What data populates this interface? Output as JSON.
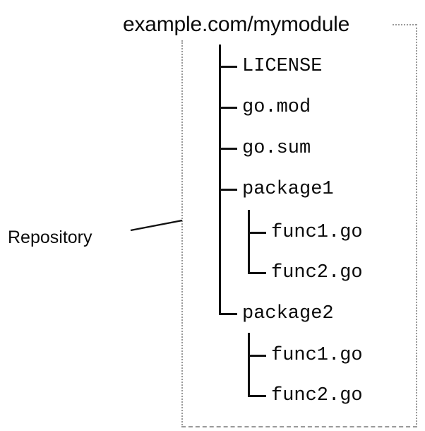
{
  "diagram": {
    "title_label": "example.com/mymodule",
    "annotation_label": "Repository",
    "boundary_style": "dotted",
    "boundary_color": "#9a9a9a",
    "line_color": "#111111",
    "text_color": "#0a0a0a",
    "background_color": "#ffffff"
  },
  "tree": {
    "root": "example.com/mymodule",
    "entries": [
      {
        "name": "LICENSE",
        "type": "file",
        "depth": 1,
        "connector": "tee"
      },
      {
        "name": "go.mod",
        "type": "file",
        "depth": 1,
        "connector": "tee"
      },
      {
        "name": "go.sum",
        "type": "file",
        "depth": 1,
        "connector": "tee"
      },
      {
        "name": "package1",
        "type": "directory",
        "depth": 1,
        "connector": "tee"
      },
      {
        "name": "func1.go",
        "type": "file",
        "depth": 2,
        "connector": "tee"
      },
      {
        "name": "func2.go",
        "type": "file",
        "depth": 2,
        "connector": "elbow"
      },
      {
        "name": "package2",
        "type": "directory",
        "depth": 1,
        "connector": "elbow"
      },
      {
        "name": "func1.go",
        "type": "file",
        "depth": 2,
        "connector": "tee"
      },
      {
        "name": "func2.go",
        "type": "file",
        "depth": 2,
        "connector": "elbow"
      }
    ]
  }
}
